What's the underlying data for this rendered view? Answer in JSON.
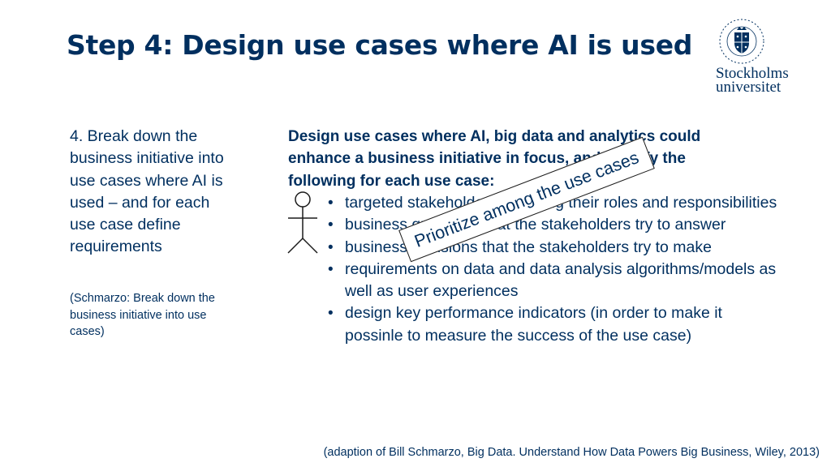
{
  "slide": {
    "title": "Step 4: Design use cases where AI is used",
    "logo": {
      "line1": "Stockholms",
      "line2": "universitet"
    },
    "left": {
      "step_text": "4. Break down the business initiative into use cases where AI is used – and for each use case define requirements",
      "note": "(Schmarzo: Break down the business initiative into use cases)"
    },
    "main": {
      "heading": "Design use cases where AI, big data and analytics could enhance a business initiative in focus, and specify the following for each use case:",
      "bullets": [
        "targeted stakeholders including their roles and responsibilities",
        "business questions that the stakeholders try to answer",
        "business decisions that the stakeholders try to make",
        "requirements on data and data analysis algorithms/models as well as user experiences",
        "design key performance indicators (in order to make it possinle to measure the success of the use case)"
      ]
    },
    "callout": "Prioritize among the use cases",
    "citation": "(adaption of Bill Schmarzo, Big Data. Understand How Data Powers Big Business, Wiley, 2013)"
  },
  "colors": {
    "text": "#002f5f",
    "background": "#ffffff",
    "callout_border": "#1b1b1b"
  },
  "icons": [
    "university-seal-icon",
    "stick-figure-icon"
  ]
}
